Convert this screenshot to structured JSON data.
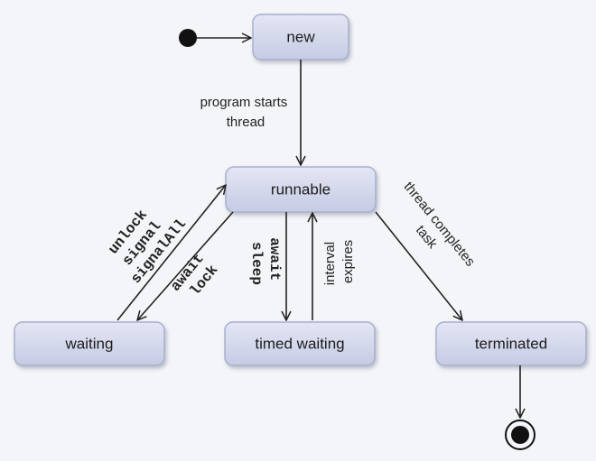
{
  "states": {
    "new": "new",
    "runnable": "runnable",
    "waiting": "waiting",
    "timed_waiting": "timed waiting",
    "terminated": "terminated"
  },
  "transitions": {
    "program_starts": [
      "program starts",
      "thread"
    ],
    "to_waiting": [
      "await",
      "lock"
    ],
    "from_waiting": [
      "unlock",
      "signal",
      "signalAll"
    ],
    "to_timed": [
      "await",
      "sleep"
    ],
    "from_timed": [
      "interval",
      "expires"
    ],
    "to_terminated": [
      "thread completes",
      "task"
    ]
  },
  "colors": {
    "state_fill_top": "#e3e6f4",
    "state_fill_bottom": "#c6cbe4",
    "state_border": "#a9b0cc",
    "background": "#f4f5f8",
    "ink": "#222222"
  }
}
